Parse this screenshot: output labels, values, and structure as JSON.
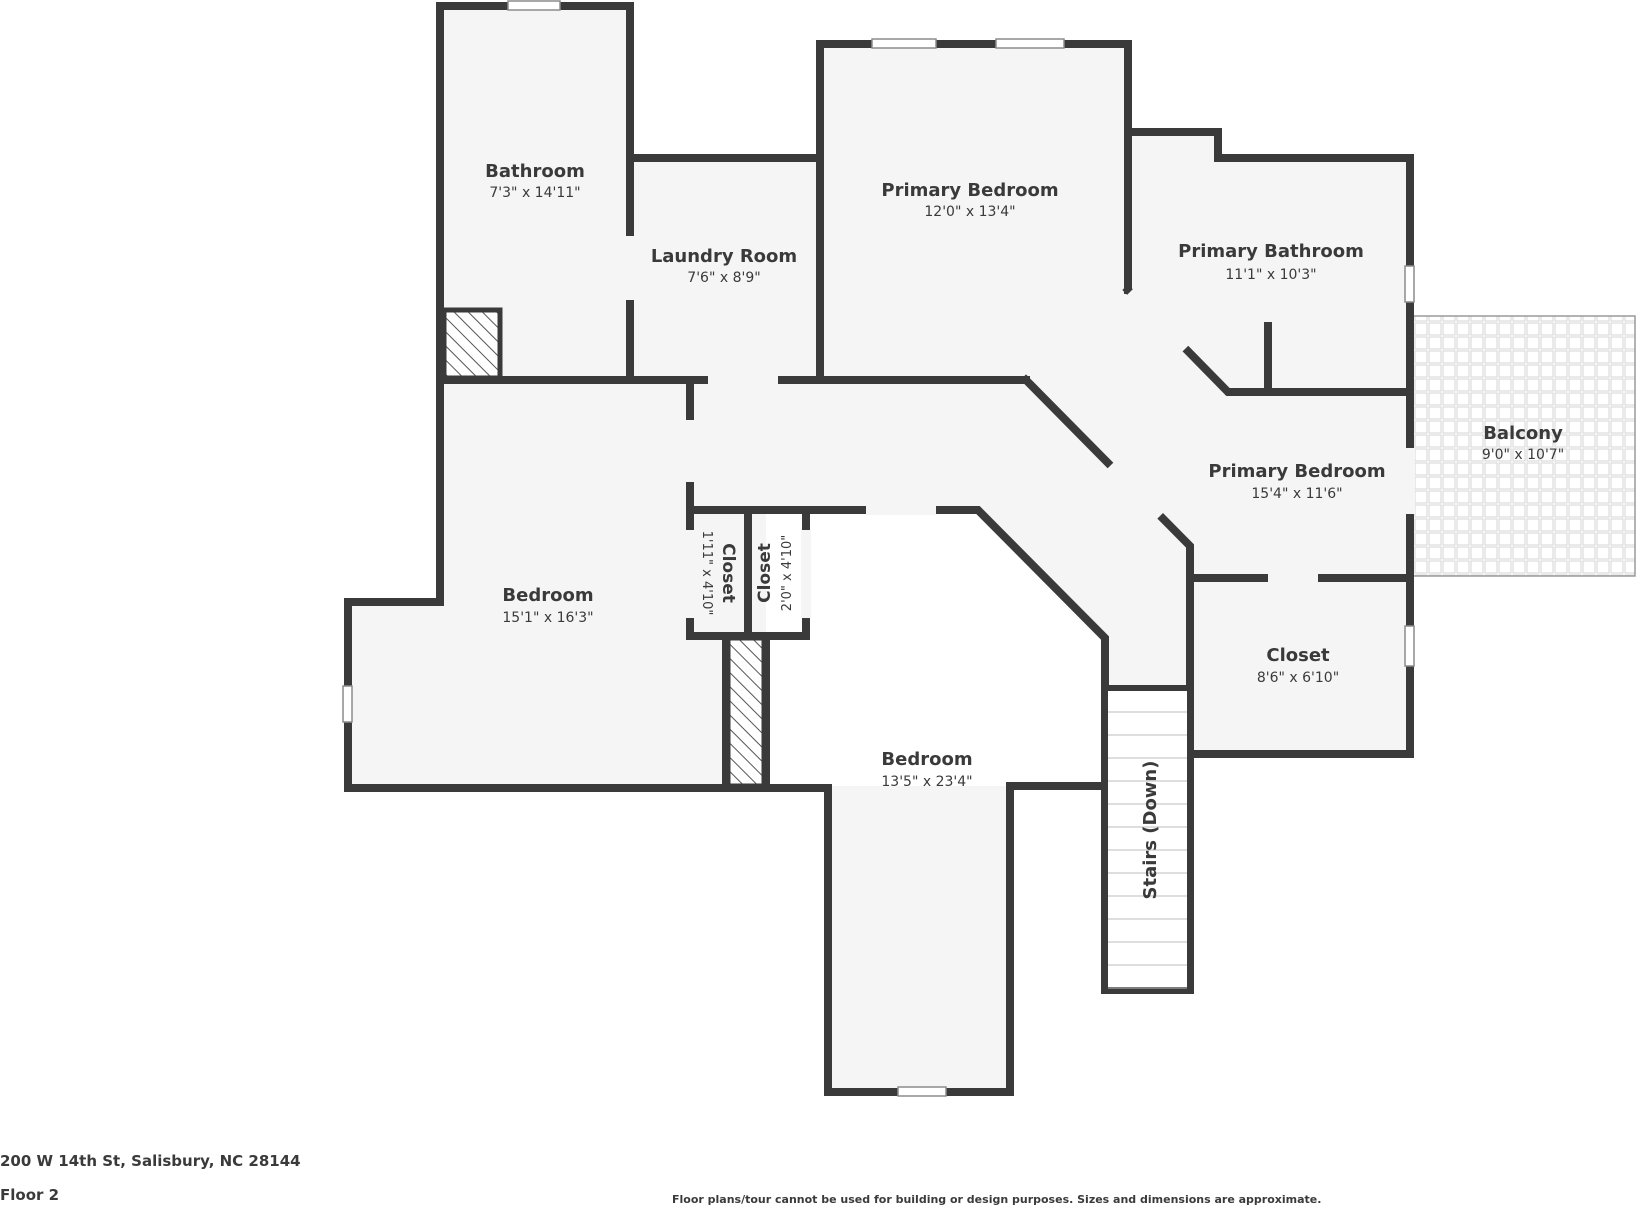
{
  "rooms": [
    {
      "id": "bathroom",
      "name": "Bathroom",
      "dims": "7'3\" x 14'11\""
    },
    {
      "id": "laundry",
      "name": "Laundry Room",
      "dims": "7'6\" x 8'9\""
    },
    {
      "id": "primary-bedroom-top",
      "name": "Primary Bedroom",
      "dims": "12'0\" x 13'4\""
    },
    {
      "id": "primary-bathroom",
      "name": "Primary Bathroom",
      "dims": "11'1\" x 10'3\""
    },
    {
      "id": "balcony",
      "name": "Balcony",
      "dims": "9'0\" x 10'7\""
    },
    {
      "id": "primary-bedroom-mid",
      "name": "Primary Bedroom",
      "dims": "15'4\" x 11'6\""
    },
    {
      "id": "closet-right",
      "name": "Closet",
      "dims": "8'6\" x 6'10\""
    },
    {
      "id": "bedroom-left",
      "name": "Bedroom",
      "dims": "15'1\" x 16'3\""
    },
    {
      "id": "closet-small-a",
      "name": "Closet",
      "dims": "1'11\" x 4'10\""
    },
    {
      "id": "closet-small-b",
      "name": "Closet",
      "dims": "2'0\" x 4'10\""
    },
    {
      "id": "bedroom-bottom",
      "name": "Bedroom",
      "dims": "13'5\" x 23'4\""
    },
    {
      "id": "stairs",
      "name": "Stairs (Down)",
      "dims": ""
    }
  ],
  "footer": {
    "address": "200 W 14th St, Salisbury, NC 28144",
    "floor": "Floor 2",
    "disclaimer": "Floor plans/tour cannot be used for building or design purposes. Sizes and dimensions are approximate."
  },
  "colors": {
    "wall": "#3a3a3a",
    "floor": "#f5f5f5",
    "window": "#ffffff"
  }
}
